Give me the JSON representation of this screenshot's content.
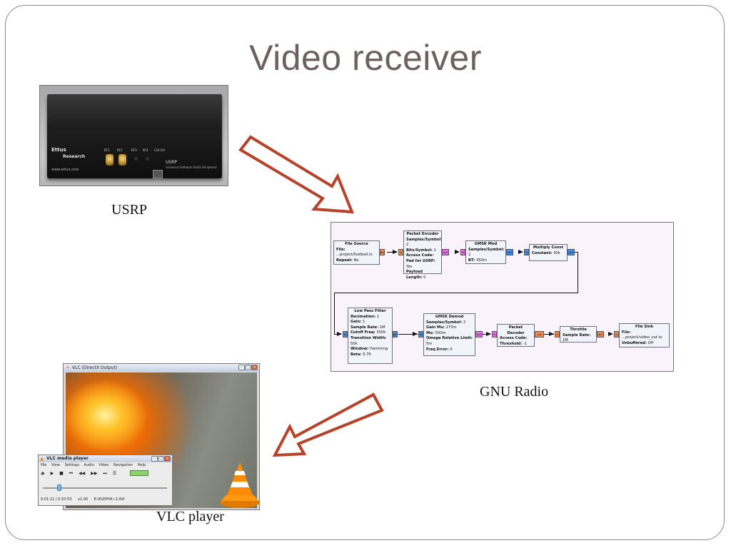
{
  "slide": {
    "title": "Video receiver"
  },
  "usrp": {
    "caption": "USRP",
    "brand_line1": "Ettus",
    "brand_line2": "Research",
    "website": "www.ettus.com",
    "device_name": "USRP",
    "device_subtitle": "Universal Software Radio Peripheral",
    "ports": [
      "RF1",
      "RF2",
      "RF3",
      "RF4",
      "CLK I/O"
    ]
  },
  "gnu_radio": {
    "caption": "GNU Radio",
    "blocks": [
      {
        "title": "File Source",
        "rows": [
          [
            "File:",
            "...project/football.ts"
          ],
          [
            "Repeat:",
            "No"
          ]
        ]
      },
      {
        "title": "Packet Encoder",
        "rows": [
          [
            "Samples/Symbol:",
            "2"
          ],
          [
            "Bits/Symbol:",
            "1"
          ],
          [
            "Access Code:",
            ""
          ],
          [
            "Pad for USRP:",
            "Yes"
          ],
          [
            "Payload Length:",
            "0"
          ]
        ]
      },
      {
        "title": "GMSK Mod",
        "rows": [
          [
            "Samples/Symbol:",
            "2"
          ],
          [
            "BT:",
            "350m"
          ]
        ]
      },
      {
        "title": "Multiply Const",
        "rows": [
          [
            "Constant:",
            "30k"
          ]
        ]
      },
      {
        "title": "Low Pass Filter",
        "rows": [
          [
            "Decimation:",
            "1"
          ],
          [
            "Gain:",
            "1"
          ],
          [
            "Sample Rate:",
            "1M"
          ],
          [
            "Cutoff Freq:",
            "350k"
          ],
          [
            "Transition Width:",
            "50k"
          ],
          [
            "Window:",
            "Hamming"
          ],
          [
            "Beta:",
            "6.76"
          ]
        ]
      },
      {
        "title": "GMSK Demod",
        "rows": [
          [
            "Samples/Symbol:",
            "2"
          ],
          [
            "Gain Mu:",
            "175m"
          ],
          [
            "Mu:",
            "500m"
          ],
          [
            "Omega Relative Limit:",
            "5m"
          ],
          [
            "Freq Error:",
            "0"
          ]
        ]
      },
      {
        "title": "Packet Decoder",
        "rows": [
          [
            "Access Code:",
            ""
          ],
          [
            "Threshold:",
            "-1"
          ]
        ]
      },
      {
        "title": "Throttle",
        "rows": [
          [
            "Sample Rate:",
            "1M"
          ]
        ]
      },
      {
        "title": "File Sink",
        "rows": [
          [
            "File:",
            "...project/video_out.ts"
          ],
          [
            "Unbuffered:",
            "Off"
          ]
        ]
      }
    ],
    "port_in": "in",
    "port_out": "out",
    "port_colors": {
      "orange": "#f08a4b",
      "magenta": "#e36be8",
      "blue": "#3b8fe6"
    }
  },
  "vlc": {
    "caption": "VLC player",
    "directx_title": "VLC (DirectX Output)",
    "player_title": "VLC media player",
    "menu": [
      "File",
      "View",
      "Settings",
      "Audio",
      "Video",
      "Navigation",
      "Help"
    ],
    "controls": [
      "⏏",
      "▶",
      "■",
      "⏮",
      "◀◀",
      "▶▶",
      "⏭",
      "☰"
    ],
    "status": [
      "0:01:11 / 0:10:53",
      "x1.00",
      "E:\\ELEPHA~2.AVI"
    ]
  },
  "colors": {
    "arrow": "#b5432a",
    "title": "#6b6160"
  }
}
